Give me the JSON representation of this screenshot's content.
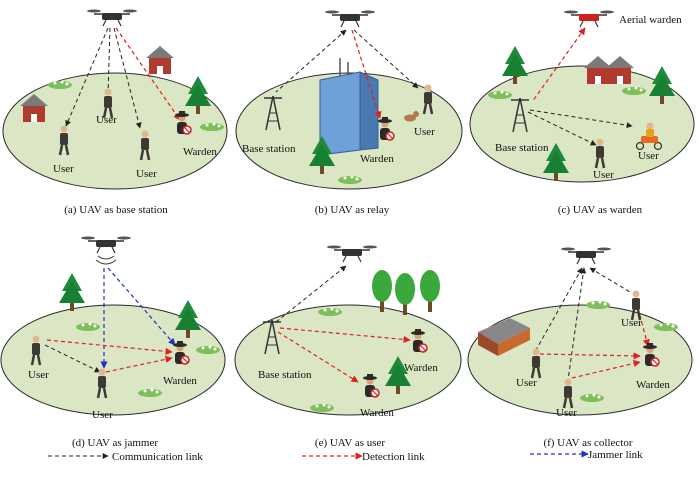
{
  "panels": [
    {
      "caption": "(a) UAV as base station",
      "labels": [
        "User",
        "User",
        "User",
        "Warden"
      ]
    },
    {
      "caption": "(b) UAV as relay",
      "labels": [
        "Base station",
        "User",
        "Warden"
      ]
    },
    {
      "caption": "(c) UAV as warden",
      "labels": [
        "Aerial warden",
        "Base station",
        "User",
        "User"
      ]
    },
    {
      "caption": "(d) UAV as jammer",
      "labels": [
        "User",
        "User",
        "Warden"
      ]
    },
    {
      "caption": "(e) UAV as user",
      "labels": [
        "Base station",
        "Warden",
        "Warden"
      ]
    },
    {
      "caption": "(f) UAV as collector",
      "labels": [
        "User",
        "User",
        "User",
        "Warden"
      ]
    }
  ],
  "legend": {
    "communication": "Communication link",
    "detection": "Detection link",
    "jammer": "Jammer link"
  },
  "colors": {
    "ground": "#dbe6c4",
    "ground_stroke": "#2a2a2a",
    "communication": "#222222",
    "detection": "#e02020",
    "jammer": "#2030c0"
  },
  "icons": [
    "drone-icon",
    "person-icon",
    "tree-icon",
    "house-icon",
    "tower-icon",
    "building-icon",
    "grass-icon",
    "scooter-icon",
    "dog-icon"
  ]
}
